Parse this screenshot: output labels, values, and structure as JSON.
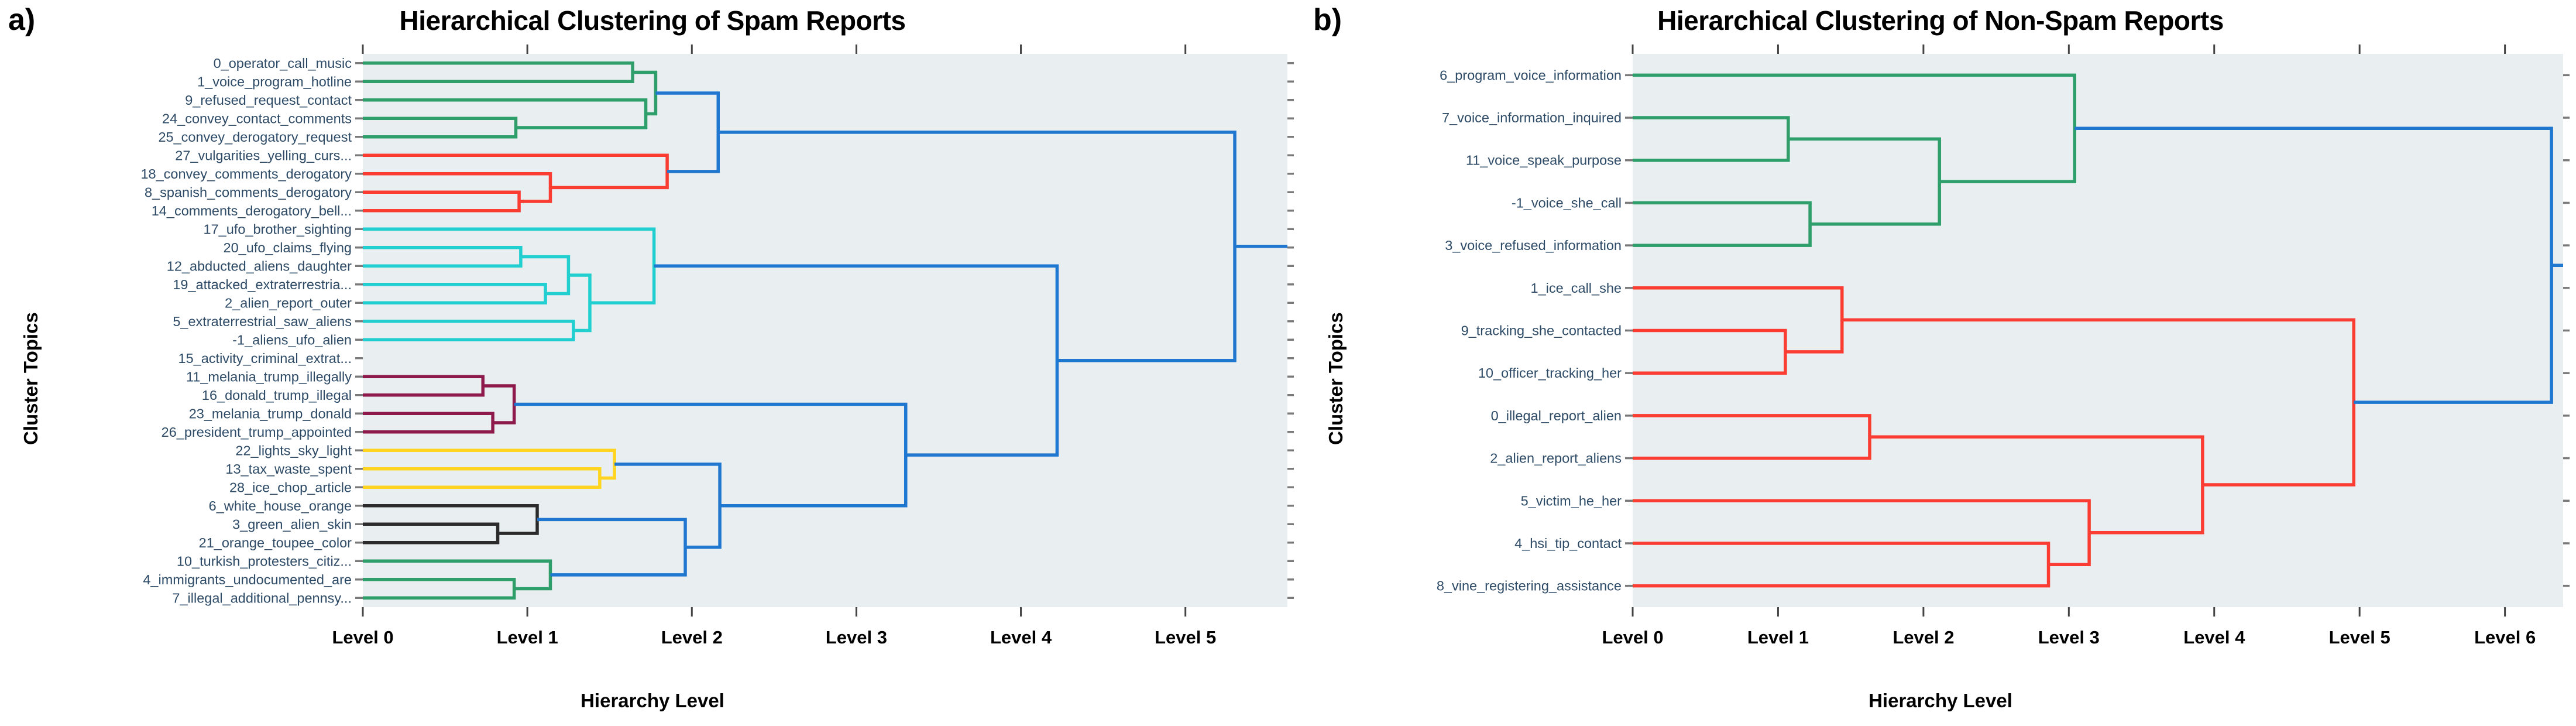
{
  "figure": {
    "background": "#ffffff",
    "plot_background": "#e9eef0",
    "label_color": "#2d4a66",
    "root_color": "#1f77d0"
  },
  "panels": [
    {
      "letter": "a)",
      "title": "Hierarchical Clustering of Spam Reports",
      "xlabel": "Hierarchy Level",
      "ylabel": "Cluster Topics",
      "chart_data": {
        "type": "dendrogram",
        "title": "Hierarchical Clustering of Spam Reports",
        "xlabel": "Hierarchy Level",
        "ylabel": "Cluster Topics",
        "xticklabels": [
          "Level 0",
          "Level 1",
          "Level 2",
          "Level 3",
          "Level 4",
          "Level 5"
        ],
        "xlim": [
          0,
          5.62
        ],
        "grid": false,
        "legend": "none",
        "leaves": [
          {
            "label": "0_operator_call_music",
            "color": "#2e9e6b"
          },
          {
            "label": "1_voice_program_hotline",
            "color": "#2e9e6b"
          },
          {
            "label": "9_refused_request_contact",
            "color": "#2e9e6b"
          },
          {
            "label": "24_convey_contact_comments",
            "color": "#2e9e6b"
          },
          {
            "label": "25_convey_derogatory_request",
            "color": "#2e9e6b"
          },
          {
            "label": "27_vulgarities_yelling_curs...",
            "color": "#fa3c32"
          },
          {
            "label": "18_convey_comments_derogatory",
            "color": "#fa3c32"
          },
          {
            "label": "8_spanish_comments_derogatory",
            "color": "#fa3c32"
          },
          {
            "label": "14_comments_derogatory_bell...",
            "color": "#fa3c32"
          },
          {
            "label": "17_ufo_brother_sighting",
            "color": "#21cfd0"
          },
          {
            "label": "20_ufo_claims_flying",
            "color": "#21cfd0"
          },
          {
            "label": "12_abducted_aliens_daughter",
            "color": "#21cfd0"
          },
          {
            "label": "19_attacked_extraterrestria...",
            "color": "#21cfd0"
          },
          {
            "label": "2_alien_report_outer",
            "color": "#21cfd0"
          },
          {
            "label": "5_extraterrestrial_saw_aliens",
            "color": "#21cfd0"
          },
          {
            "label": "-1_aliens_ufo_alien",
            "color": "#21cfd0"
          },
          {
            "label": "15_activity_criminal_extrat...",
            "color": "#21cfd0"
          },
          {
            "label": "11_melania_trump_illegally",
            "color": "#8e1martinez"
          },
          {
            "label": "16_donald_trump_illegal",
            "color": "#8e1a4b"
          },
          {
            "label": "23_melania_trump_donald",
            "color": "#8e1a4b"
          },
          {
            "label": "26_president_trump_appointed",
            "color": "#8e1a4b"
          },
          {
            "label": "22_lights_sky_light",
            "color": "#ffd породы21"
          },
          {
            "label": "13_tax_waste_spent",
            "color": "#ffd521"
          },
          {
            "label": "28_ice_chop_article",
            "color": "#ffd521"
          },
          {
            "label": "6_white_house_orange",
            "color": "#2b2b2b"
          },
          {
            "label": "3_green_alien_skin",
            "color": "#2b2b2b"
          },
          {
            "label": "21_orange_toupee_color",
            "color": "#2b2b2b"
          },
          {
            "label": "10_turkish_protesters_citiz...",
            "color": "#2e9e6b"
          },
          {
            "label": "4_immigrants_undocumented_are",
            "color": "#2e9e6b"
          },
          {
            "label": "7_illegal_additional_pennsy...",
            "color": "#2e9e6b"
          }
        ],
        "links": [
          {
            "left": {
              "leaf": 3
            },
            "right": {
              "leaf": 4
            },
            "x": 0.93,
            "color": "#2e9e6b",
            "id": "a1"
          },
          {
            "left": {
              "node": "a1"
            },
            "right": {
              "leaf": 2
            },
            "x": 1.72,
            "color": "#2e9e6b",
            "id": "a2"
          },
          {
            "left": {
              "leaf": 0
            },
            "right": {
              "leaf": 1
            },
            "x": 1.64,
            "color": "#2e9e6b",
            "id": "a3"
          },
          {
            "left": {
              "node": "a2"
            },
            "right": {
              "node": "a3"
            },
            "x": 1.78,
            "color": "#2e9e6b",
            "id": "a4"
          },
          {
            "left": {
              "leaf": 7
            },
            "right": {
              "leaf": 8
            },
            "x": 0.95,
            "color": "#fa3c32",
            "id": "a5"
          },
          {
            "left": {
              "node": "a5"
            },
            "right": {
              "leaf": 6
            },
            "x": 1.14,
            "color": "#fa3c32",
            "id": "a6"
          },
          {
            "left": {
              "node": "a6"
            },
            "right": {
              "leaf": 5
            },
            "x": 1.85,
            "color": "#fa3c32",
            "id": "a7"
          },
          {
            "left": {
              "node": "a4"
            },
            "right": {
              "node": "a7"
            },
            "x": 2.16,
            "color": "#1f77d0",
            "id": "a8"
          },
          {
            "left": {
              "leaf": 10
            },
            "right": {
              "leaf": 11
            },
            "x": 0.96,
            "color": "#21cfd0",
            "id": "a9"
          },
          {
            "left": {
              "leaf": 12
            },
            "right": {
              "leaf": 13
            },
            "x": 1.11,
            "color": "#21cfd0",
            "id": "a10"
          },
          {
            "left": {
              "node": "a9"
            },
            "right": {
              "node": "a10"
            },
            "x": 1.25,
            "color": "#21cfd0",
            "id": "a11"
          },
          {
            "left": {
              "leaf": 14
            },
            "right": {
              "leaf": 15
            },
            "x": 1.28,
            "color": "#21cfd0",
            "id": "a12"
          },
          {
            "left": {
              "node": "a11"
            },
            "right": {
              "node": "a12"
            },
            "x": 1.38,
            "color": "#21cfd0",
            "id": "a13"
          },
          {
            "left": {
              "leaf": 9
            },
            "right": {
              "node": "a13"
            },
            "x": 1.77,
            "color": "#21cfd0",
            "id": "a14"
          },
          {
            "left": {
              "leaf": 17
            },
            "right": {
              "leaf": 18
            },
            "x": 0.73,
            "color": "#8e1a4b",
            "id": "a15"
          },
          {
            "left": {
              "leaf": 19
            },
            "right": {
              "leaf": 20
            },
            "x": 0.79,
            "color": "#8e1a4b",
            "id": "a16"
          },
          {
            "left": {
              "node": "a15"
            },
            "right": {
              "node": "a16"
            },
            "x": 0.92,
            "color": "#8e1a4b",
            "id": "a17"
          },
          {
            "left": {
              "leaf": 22
            },
            "right": {
              "leaf": 23
            },
            "x": 1.44,
            "color": "#ffd521",
            "id": "a18"
          },
          {
            "left": {
              "leaf": 21
            },
            "right": {
              "node": "a18"
            },
            "x": 1.53,
            "color": "#ffd521",
            "id": "a19"
          },
          {
            "left": {
              "leaf": 25
            },
            "right": {
              "leaf": 26
            },
            "x": 0.82,
            "color": "#2b2b2b",
            "id": "a20"
          },
          {
            "left": {
              "leaf": 24
            },
            "right": {
              "node": "a20"
            },
            "x": 1.06,
            "color": "#2b2b2b",
            "id": "a21"
          },
          {
            "left": {
              "leaf": 28
            },
            "right": {
              "leaf": 29
            },
            "x": 0.92,
            "color": "#2e9e6b",
            "id": "a22"
          },
          {
            "left": {
              "leaf": 27
            },
            "right": {
              "node": "a22"
            },
            "x": 1.14,
            "color": "#2e9e6b",
            "id": "a23"
          },
          {
            "left": {
              "node": "a21"
            },
            "right": {
              "node": "a23"
            },
            "x": 1.96,
            "color": "#1f77d0",
            "id": "a24"
          },
          {
            "left": {
              "node": "a19"
            },
            "right": {
              "node": "a24"
            },
            "x": 2.17,
            "color": "#1f77d0",
            "id": "a25"
          },
          {
            "left": {
              "node": "a17"
            },
            "right": {
              "node": "a25"
            },
            "x": 3.3,
            "color": "#1f77d0",
            "id": "a26"
          },
          {
            "left": {
              "node": "a14"
            },
            "right": {
              "node": "a26"
            },
            "x": 4.22,
            "color": "#1f77d0",
            "id": "a27"
          },
          {
            "left": {
              "node": "a8"
            },
            "right": {
              "node": "a27"
            },
            "x": 5.3,
            "color": "#1f77d0",
            "id": "a28"
          }
        ]
      }
    },
    {
      "letter": "b)",
      "title": "Hierarchical Clustering of Non-Spam Reports",
      "xlabel": "Hierarchy Level",
      "ylabel": "Cluster Topics",
      "chart_data": {
        "type": "dendrogram",
        "title": "Hierarchical Clustering of Non-Spam Reports",
        "xlabel": "Hierarchy Level",
        "ylabel": "Cluster Topics",
        "xticklabels": [
          "Level 0",
          "Level 1",
          "Level 2",
          "Level 3",
          "Level 4",
          "Level 5",
          "Level 6"
        ],
        "xlim": [
          0,
          6.4
        ],
        "grid": false,
        "legend": "none",
        "leaves": [
          {
            "label": "6_program_voice_information",
            "color": "#2e9e6b"
          },
          {
            "label": "7_voice_information_inquired",
            "color": "#2e9e6b"
          },
          {
            "label": "11_voice_speak_purpose",
            "color": "#2e9e6b"
          },
          {
            "label": "-1_voice_she_call",
            "color": "#2e9e6b"
          },
          {
            "label": "3_voice_refused_information",
            "color": "#2e9e6b"
          },
          {
            "label": "1_ice_call_she",
            "color": "#fa3c32"
          },
          {
            "label": "9_tracking_she_contacted",
            "color": "#fa3c32"
          },
          {
            "label": "10_officer_tracking_her",
            "color": "#fa3c32"
          },
          {
            "label": "0_illegal_report_alien",
            "color": "#fa3c32"
          },
          {
            "label": "2_alien_report_aliens",
            "color": "#fa3c32"
          },
          {
            "label": "5_victim_he_her",
            "color": "#fa3c32"
          },
          {
            "label": "4_hsi_tip_contact",
            "color": "#fa3c32"
          },
          {
            "label": "8_vine_registering_assistance",
            "color": "#fa3c32"
          }
        ],
        "links": [
          {
            "left": {
              "leaf": 1
            },
            "right": {
              "leaf": 2
            },
            "x": 1.07,
            "color": "#2e9e6b",
            "id": "b1"
          },
          {
            "left": {
              "leaf": 3
            },
            "right": {
              "leaf": 4
            },
            "x": 1.22,
            "color": "#2e9e6b",
            "id": "b2"
          },
          {
            "left": {
              "node": "b1"
            },
            "right": {
              "node": "b2"
            },
            "x": 2.11,
            "color": "#2e9e6b",
            "id": "b3"
          },
          {
            "left": {
              "leaf": 0
            },
            "right": {
              "node": "b3"
            },
            "x": 3.04,
            "color": "#2e9e6b",
            "id": "b4"
          },
          {
            "left": {
              "leaf": 6
            },
            "right": {
              "leaf": 7
            },
            "x": 1.05,
            "color": "#fa3c32",
            "id": "b5"
          },
          {
            "left": {
              "leaf": 5
            },
            "right": {
              "node": "b5"
            },
            "x": 1.44,
            "color": "#fa3c32",
            "id": "b6"
          },
          {
            "left": {
              "leaf": 8
            },
            "right": {
              "leaf": 9
            },
            "x": 1.63,
            "color": "#fa3c32",
            "id": "b7"
          },
          {
            "left": {
              "leaf": 11
            },
            "right": {
              "leaf": 12
            },
            "x": 2.86,
            "color": "#fa3c32",
            "id": "b8"
          },
          {
            "left": {
              "leaf": 10
            },
            "right": {
              "node": "b8"
            },
            "x": 3.14,
            "color": "#fa3c32",
            "id": "b9"
          },
          {
            "left": {
              "node": "b7"
            },
            "right": {
              "node": "b9"
            },
            "x": 3.92,
            "color": "#fa3c32",
            "id": "b10"
          },
          {
            "left": {
              "node": "b6"
            },
            "right": {
              "node": "b10"
            },
            "x": 4.96,
            "color": "#fa3c32",
            "id": "b11"
          },
          {
            "left": {
              "node": "b4"
            },
            "right": {
              "node": "b11"
            },
            "x": 6.32,
            "color": "#1f77d0",
            "id": "b12"
          }
        ]
      }
    }
  ]
}
